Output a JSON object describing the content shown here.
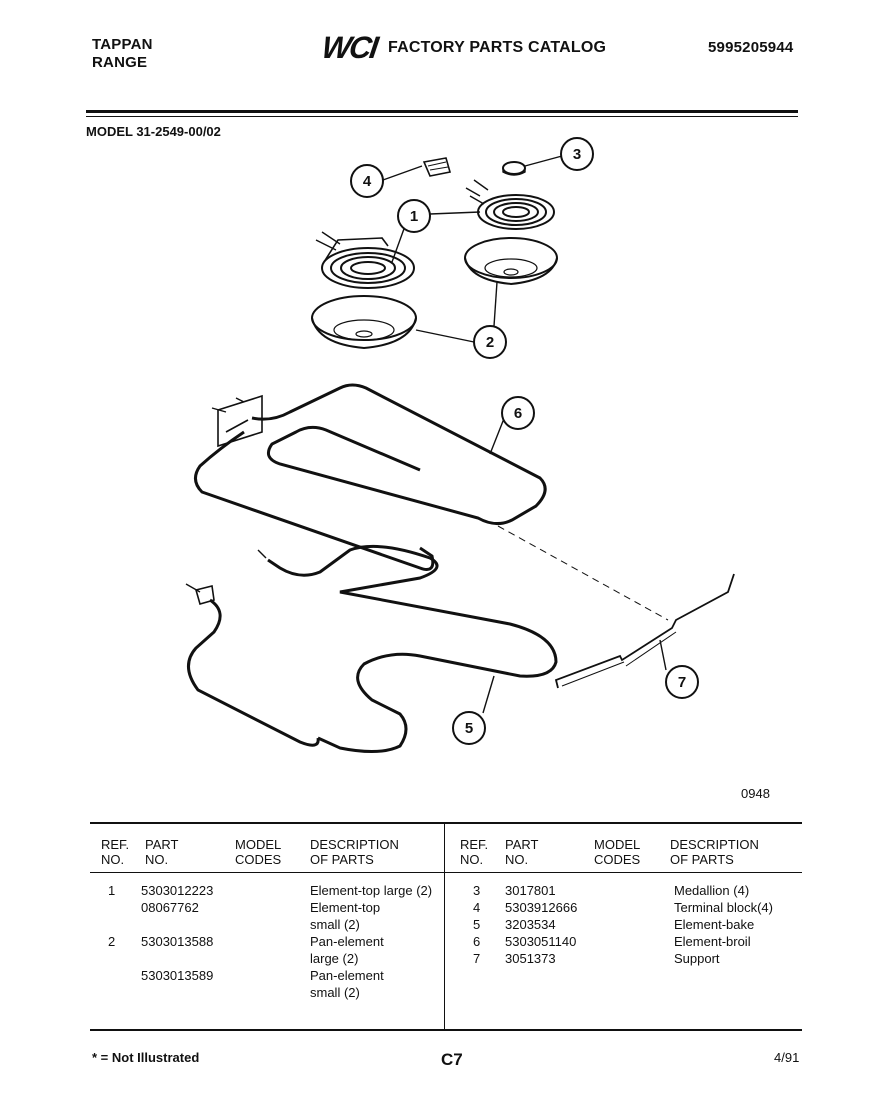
{
  "header": {
    "brand_line1": "TAPPAN",
    "brand_line2": "RANGE",
    "logo_text": "WCI",
    "catalog_title": "FACTORY PARTS CATALOG",
    "catalog_number": "5995205944",
    "model_label": "MODEL 31-2549-00/02"
  },
  "diagram": {
    "callouts": [
      "1",
      "2",
      "3",
      "4",
      "5",
      "6",
      "7"
    ],
    "figure_code": "0948"
  },
  "parts_table": {
    "columns": [
      [
        "REF.",
        "NO."
      ],
      [
        "PART",
        "NO."
      ],
      [
        "MODEL",
        "CODES"
      ],
      [
        "DESCRIPTION",
        "OF PARTS"
      ]
    ],
    "left_rows": [
      {
        "ref": "1",
        "part": "5303012223",
        "codes": "",
        "desc": "Element-top large (2)"
      },
      {
        "ref": "",
        "part": "08067762",
        "codes": "",
        "desc": "Element-top"
      },
      {
        "ref": "",
        "part": "",
        "codes": "",
        "desc": "small (2)"
      },
      {
        "ref": "2",
        "part": "5303013588",
        "codes": "",
        "desc": "Pan-element"
      },
      {
        "ref": "",
        "part": "",
        "codes": "",
        "desc": "large (2)"
      },
      {
        "ref": "",
        "part": "5303013589",
        "codes": "",
        "desc": "Pan-element"
      },
      {
        "ref": "",
        "part": "",
        "codes": "",
        "desc": "small (2)"
      }
    ],
    "right_rows": [
      {
        "ref": "3",
        "part": "3017801",
        "codes": "",
        "desc": "Medallion (4)"
      },
      {
        "ref": "4",
        "part": "5303912666",
        "codes": "",
        "desc": "Terminal block(4)"
      },
      {
        "ref": "5",
        "part": "3203534",
        "codes": "",
        "desc": "Element-bake"
      },
      {
        "ref": "6",
        "part": "5303051140",
        "codes": "",
        "desc": "Element-broil"
      },
      {
        "ref": "7",
        "part": "3051373",
        "codes": "",
        "desc": "Support"
      }
    ]
  },
  "footer": {
    "note": "* = Not Illustrated",
    "page_code": "C7",
    "date": "4/91"
  }
}
